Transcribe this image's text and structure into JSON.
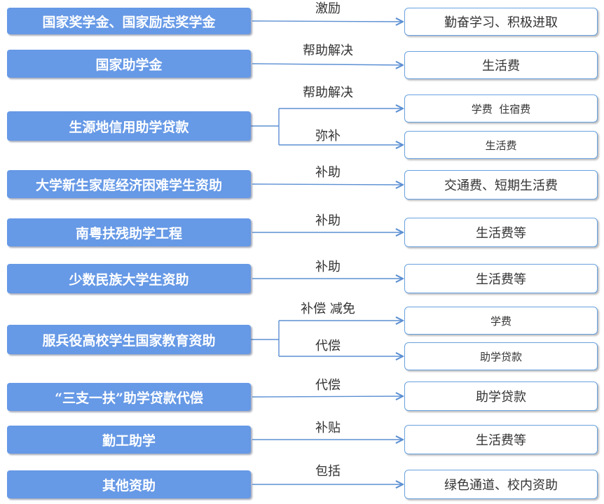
{
  "colors": {
    "left_fill": "#6699e6",
    "right_border": "#69a2df",
    "arrow": "#5b8fd3",
    "text": "#333333"
  },
  "rows": [
    {
      "source": "国家奖学金、国家励志奖学金",
      "targets": [
        {
          "label": "激励",
          "target": "勤奋学习、积极进取"
        }
      ]
    },
    {
      "source": "国家助学金",
      "targets": [
        {
          "label": "帮助解决",
          "target": "生活费"
        }
      ]
    },
    {
      "source": "生源地信用助学贷款",
      "targets": [
        {
          "label": "帮助解决",
          "target": "学费  住宿费"
        },
        {
          "label": "弥补",
          "target": "生活费"
        }
      ]
    },
    {
      "source": "大学新生家庭经济困难学生资助",
      "targets": [
        {
          "label": "补助",
          "target": "交通费、短期生活费"
        }
      ]
    },
    {
      "source": "南粤扶残助学工程",
      "targets": [
        {
          "label": "补助",
          "target": "生活费等"
        }
      ]
    },
    {
      "source": "少数民族大学生资助",
      "targets": [
        {
          "label": "补助",
          "target": "生活费等"
        }
      ]
    },
    {
      "source": "服兵役高校学生国家教育资助",
      "targets": [
        {
          "label": "补偿  减免",
          "target": "学费"
        },
        {
          "label": "代偿",
          "target": "助学贷款"
        }
      ]
    },
    {
      "source": "“三支一扶”助学贷款代偿",
      "targets": [
        {
          "label": "代偿",
          "target": "助学贷款"
        }
      ]
    },
    {
      "source": "勤工助学",
      "targets": [
        {
          "label": "补贴",
          "target": "生活费等"
        }
      ]
    },
    {
      "source": "其他资助",
      "targets": [
        {
          "label": "包括",
          "target": "绿色通道、校内资助"
        }
      ]
    }
  ]
}
